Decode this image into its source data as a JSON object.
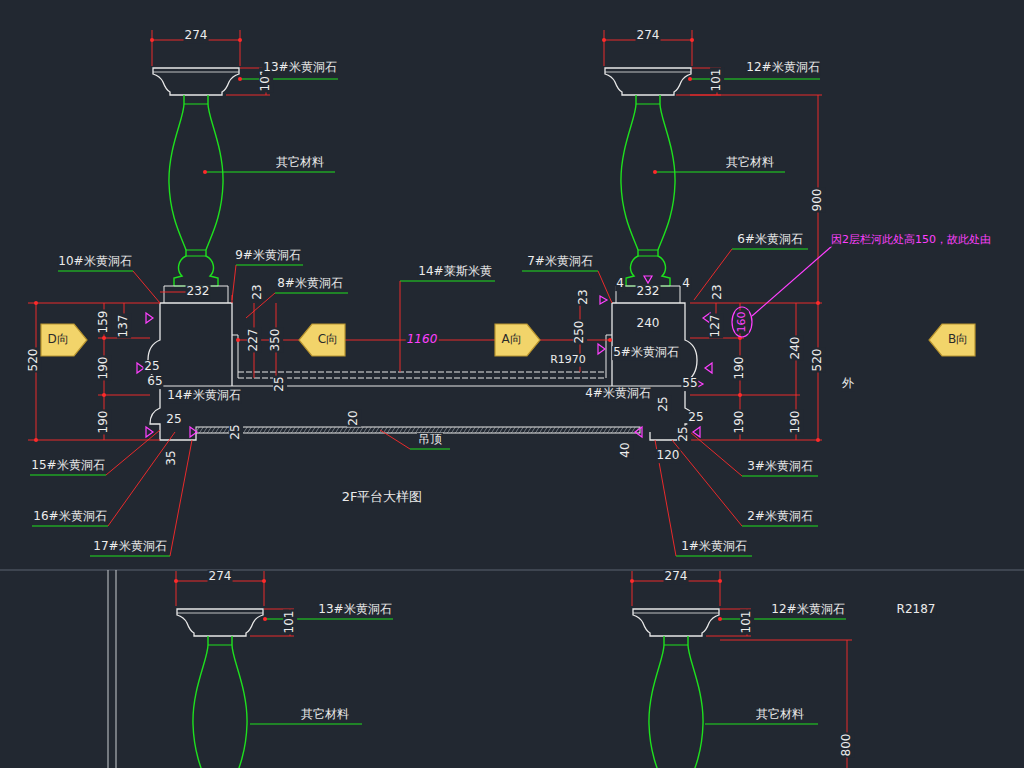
{
  "diagram": {
    "title": "2F平台大样图",
    "nodes": [
      {
        "text": [
          "D向"
        ]
      },
      {
        "text": [
          "C向"
        ]
      },
      {
        "text": [
          "A向"
        ]
      },
      {
        "text": [
          "B向"
        ]
      }
    ],
    "labels": [
      "274",
      "101",
      "13#米黄洞石",
      "其它材料",
      "10#米黄洞石",
      "9#米黄洞石",
      "232",
      "23",
      "8#米黄洞石",
      "14#莱斯米黄",
      "159",
      "137",
      "520",
      "227",
      "350",
      "190",
      "25",
      "65",
      "14#米黄洞石",
      "25",
      "190",
      "25",
      "25",
      "20",
      "吊顶",
      "15#米黄洞石",
      "35",
      "16#米黄洞石",
      "17#米黄洞石",
      "1160",
      "R1970",
      "274",
      "101",
      "12#米黄洞石",
      "其它材料",
      "900",
      "6#米黄洞石",
      "因2层栏河此处高150，故此处由",
      "7#米黄洞石",
      "23",
      "4",
      "4",
      "232",
      "23",
      "240",
      "127",
      "160",
      "250",
      "5#米黄洞石",
      "190",
      "240",
      "520",
      "外",
      "4#米黄洞石",
      "55",
      "25",
      "190",
      "190",
      "25",
      "25",
      "40",
      "120",
      "3#米黄洞石",
      "2#米黄洞石",
      "1#米黄洞石",
      "274",
      "13#米黄洞石",
      "101",
      "其它材料",
      "274",
      "12#米黄洞石",
      "R2187",
      "101",
      "其它材料",
      "800"
    ]
  }
}
